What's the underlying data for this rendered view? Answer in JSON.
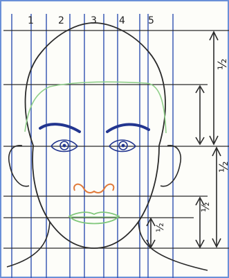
{
  "grid": {
    "column_numbers": [
      "1",
      "2",
      "3",
      "4",
      "5"
    ]
  },
  "measurements": {
    "upper_half_fraction": "½",
    "lower_half_fraction": "½",
    "nose_to_chin_fraction": "½",
    "lip_to_chin_fraction": "½"
  },
  "colors": {
    "paper": "#fdfdf9",
    "guide_blue": "#2d4fb0",
    "outline": "#2a2a2a",
    "hairline_green": "#8fcf8a",
    "brow_blue": "#22358f",
    "nose_orange": "#e07a3a",
    "lips_green": "#7fc77a",
    "frame_blue": "#6a90d8"
  }
}
